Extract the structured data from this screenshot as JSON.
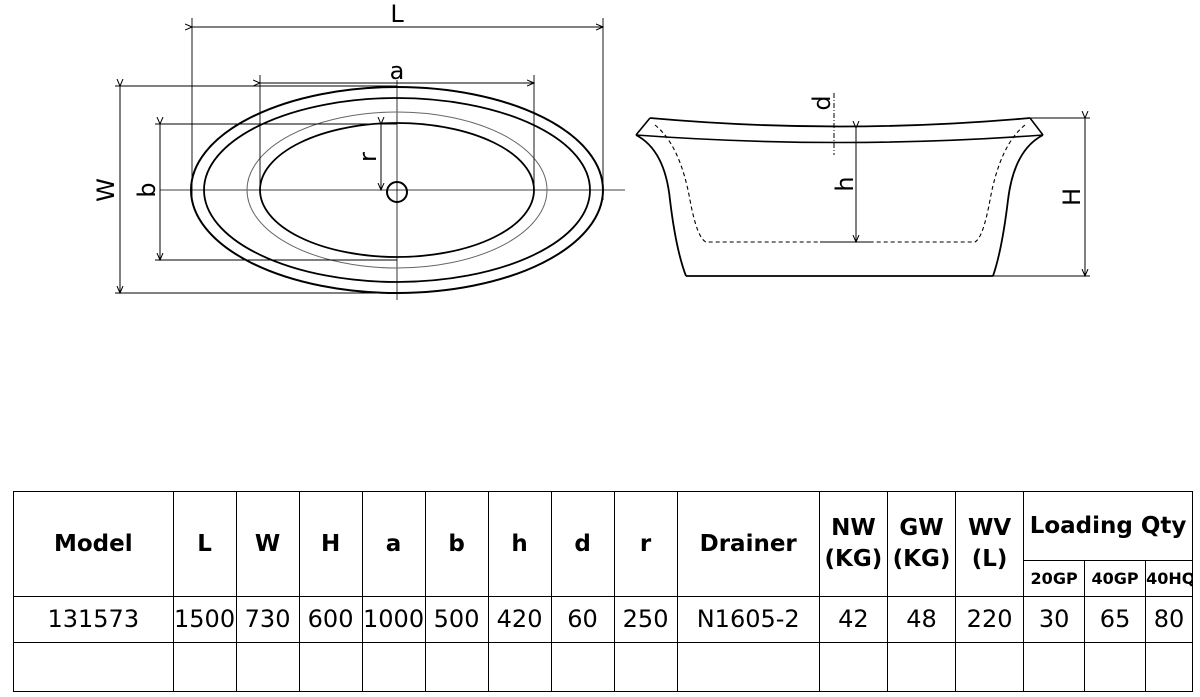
{
  "drawing": {
    "top_labels": {
      "L": "L",
      "a": "a",
      "r": "r",
      "W": "W",
      "b": "b"
    },
    "side_labels": {
      "d": "d",
      "h": "h",
      "H": "H"
    }
  },
  "table": {
    "headers": {
      "model": "Model",
      "L": "L",
      "W": "W",
      "H": "H",
      "a": "a",
      "b": "b",
      "h": "h",
      "d": "d",
      "r": "r",
      "drainer": "Drainer",
      "nw_1": "NW",
      "nw_2": "(KG)",
      "gw_1": "GW",
      "gw_2": "(KG)",
      "wv_1": "WV",
      "wv_2": "(L)",
      "loading": "Loading Qty",
      "gp20": "20GP",
      "gp40": "40GP",
      "hq40": "40HQ"
    },
    "row": {
      "model": "131573",
      "L": "1500",
      "W": "730",
      "H": "600",
      "a": "1000",
      "b": "500",
      "h": "420",
      "d": "60",
      "r": "250",
      "drainer": "N1605-2",
      "nw": "42",
      "gw": "48",
      "wv": "220",
      "gp20": "30",
      "gp40": "65",
      "hq40": "80"
    }
  }
}
